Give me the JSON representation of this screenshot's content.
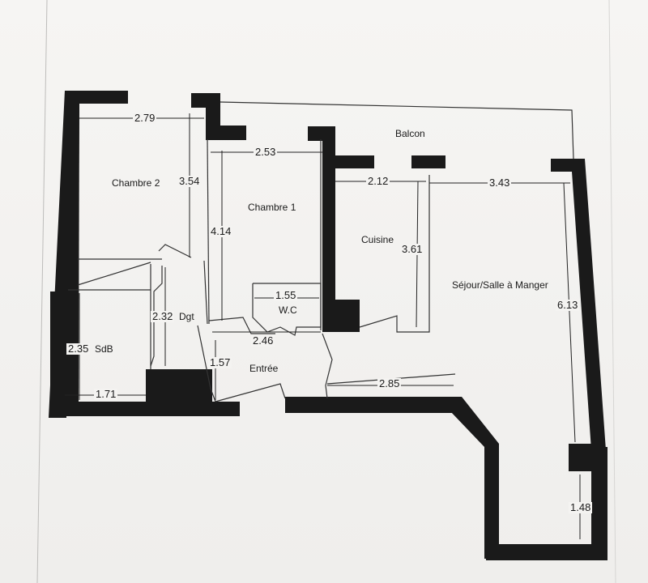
{
  "rooms": {
    "balcon": "Balcon",
    "chambre2": "Chambre 2",
    "chambre1": "Chambre 1",
    "cuisine": "Cuisine",
    "sejour": "Séjour/Salle à Manger",
    "wc": "W.C",
    "entree": "Entrée",
    "dgt": "Dgt",
    "sdb": "SdB"
  },
  "dimensions": {
    "chambre2_width": "2.79",
    "chambre2_depth": "3.54",
    "chambre1_width": "2.53",
    "chambre1_depth": "4.14",
    "cuisine_width": "2.12",
    "cuisine_depth": "3.61",
    "sejour_width": "3.43",
    "sejour_depth": "6.13",
    "wc_width": "1.55",
    "dgt_length": "2.32",
    "sdb_depth": "2.35",
    "sdb_width": "1.71",
    "entree_width": "2.46",
    "entree_depth": "1.57",
    "sejour_lower_width": "2.85",
    "sejour_extension": "1.48"
  },
  "colors": {
    "wall": "#1a1a1a",
    "line": "#333333",
    "paper": "#f4f3f1"
  }
}
